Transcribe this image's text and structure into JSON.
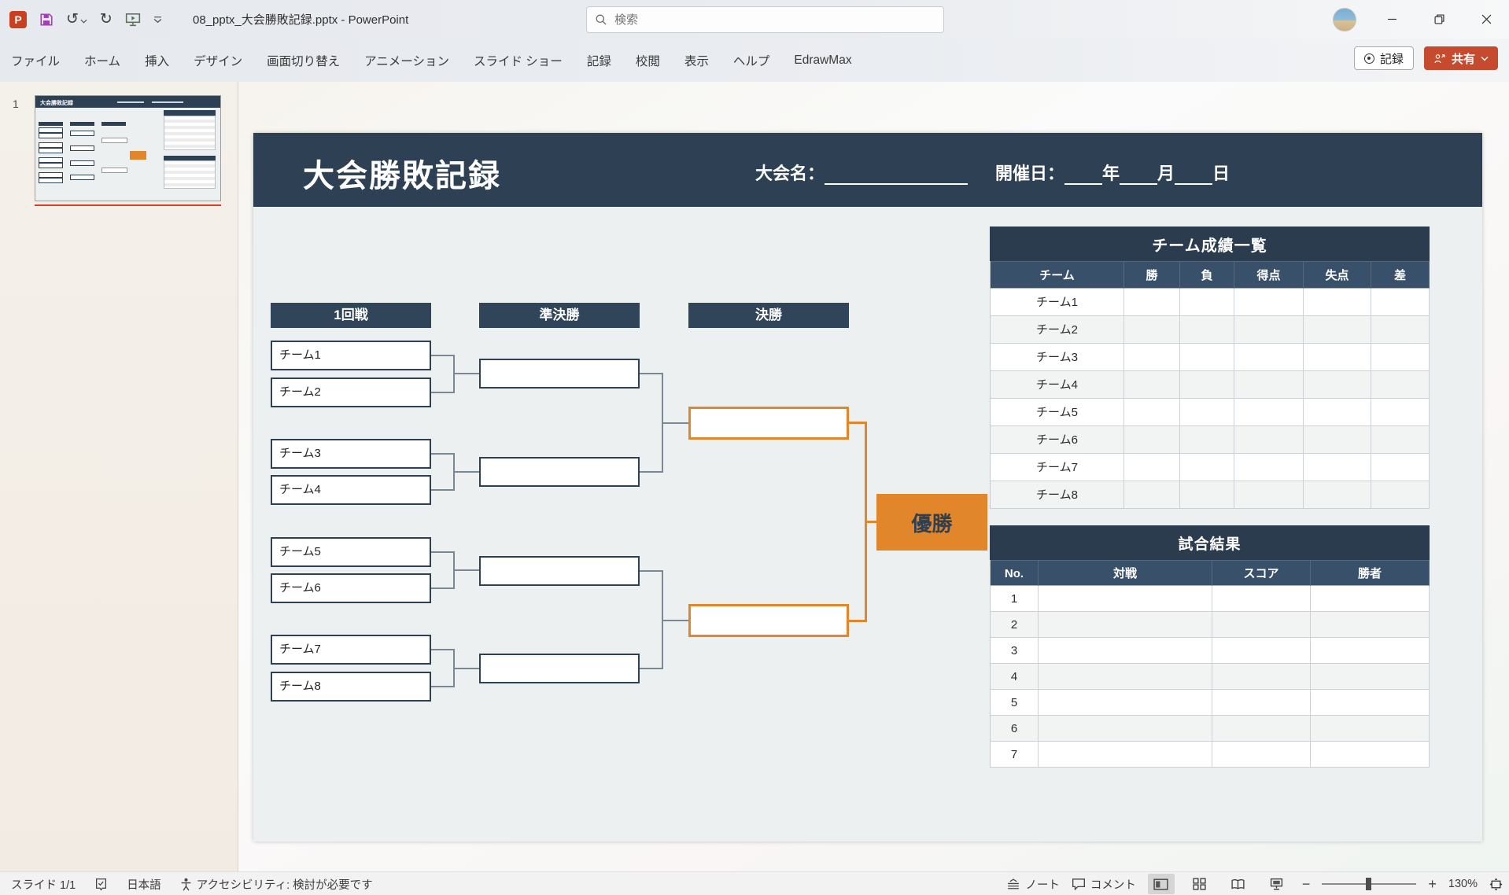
{
  "titlebar": {
    "doc_title": "08_pptx_大会勝敗記録.pptx - PowerPoint",
    "search_placeholder": "検索",
    "record_label": "記録",
    "share_label": "共有"
  },
  "menubar": {
    "tabs": [
      "ファイル",
      "ホーム",
      "挿入",
      "デザイン",
      "画面切り替え",
      "アニメーション",
      "スライド ショー",
      "記録",
      "校閲",
      "表示",
      "ヘルプ",
      "EdrawMax"
    ]
  },
  "thumbnail_panel": {
    "slide_number": "1"
  },
  "slide": {
    "banner": {
      "title": "大会勝敗記録",
      "tournament_label": "大会名：",
      "date_label": "開催日：",
      "year": "年",
      "month": "月",
      "day": "日"
    },
    "bracket": {
      "round_headers": [
        "1回戦",
        "準決勝",
        "決勝"
      ],
      "teams": [
        "チーム1",
        "チーム2",
        "チーム3",
        "チーム4",
        "チーム5",
        "チーム6",
        "チーム7",
        "チーム8"
      ],
      "champion_label": "優勝"
    },
    "stats_table": {
      "title": "チーム成績一覧",
      "headers": [
        "チーム",
        "勝",
        "負",
        "得点",
        "失点",
        "差"
      ],
      "teams": [
        "チーム1",
        "チーム2",
        "チーム3",
        "チーム4",
        "チーム5",
        "チーム6",
        "チーム7",
        "チーム8"
      ]
    },
    "results_table": {
      "title": "試合結果",
      "headers": [
        "No.",
        "対戦",
        "スコア",
        "勝者"
      ],
      "numbers": [
        "1",
        "2",
        "3",
        "4",
        "5",
        "6",
        "7"
      ]
    }
  },
  "statusbar": {
    "slide_indicator": "スライド 1/1",
    "language": "日本語",
    "accessibility": "アクセシビリティ: 検討が必要です",
    "notes_label": "ノート",
    "comments_label": "コメント",
    "zoom_level": "130%"
  },
  "colors": {
    "navy": "#2e4053",
    "accent_orange": "#e2862c",
    "share_red": "#c64a2e",
    "selection_red": "#d6402a"
  }
}
